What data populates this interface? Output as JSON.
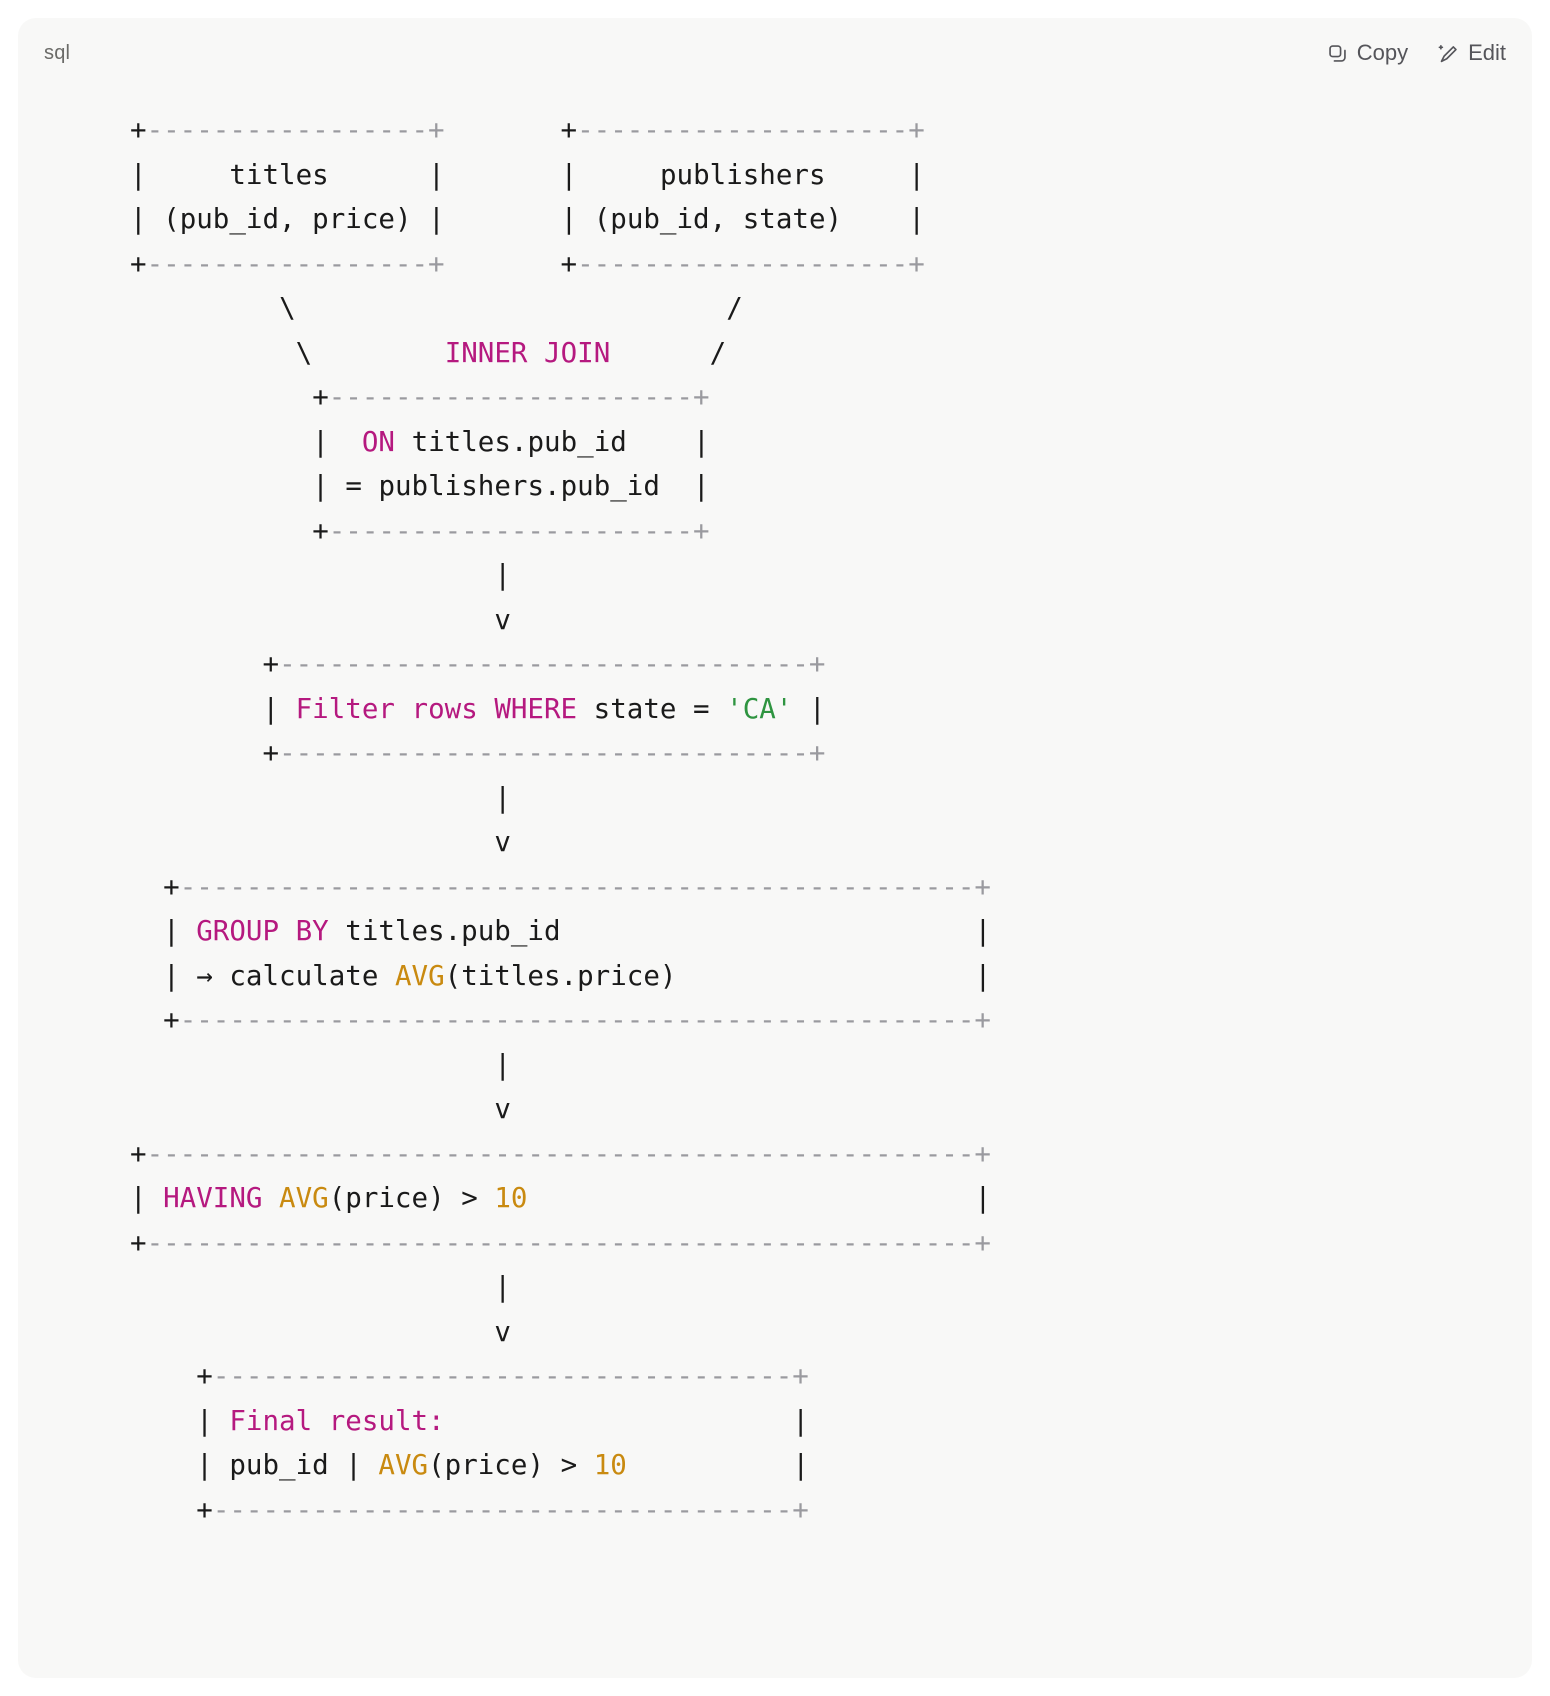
{
  "card": {
    "language_label": "sql",
    "copy_label": "Copy",
    "edit_label": "Edit",
    "copy_icon": "copy-icon",
    "edit_icon": "edit-sparkle-icon"
  },
  "colors": {
    "background": "#ffffff",
    "card_background": "#f8f8f7",
    "keyword": "#b5197f",
    "function": "#c98a10",
    "string": "#2e9440",
    "number": "#c98a10",
    "box_light": "#9a9a9f",
    "text": "#1a1a1a",
    "muted_text": "#6b6b68"
  },
  "diagram": {
    "title": "SQL query execution plan ASCII diagram",
    "tables": [
      {
        "name": "titles",
        "columns": "(pub_id, price)"
      },
      {
        "name": "publishers",
        "columns": "(pub_id, state)"
      }
    ],
    "join": {
      "type": "INNER JOIN",
      "on_left": "ON titles.pub_id",
      "on_right": "= publishers.pub_id"
    },
    "steps": [
      "Filter rows WHERE state = 'CA'",
      "GROUP BY titles.pub_id",
      "→ calculate AVG(titles.price)",
      "HAVING AVG(price) > 10"
    ],
    "final_result": {
      "label": "Final result:",
      "columns": "pub_id | AVG(price) > 10"
    },
    "lines": [
      "+-----------------+       +--------------------+",
      "|     titles      |       |     publishers     |",
      "| (pub_id, price) |       | (pub_id, state)    |",
      "+-----------------+       +--------------------+",
      "         \\                          /",
      "          \\        INNER JOIN      /",
      "           +----------------------+",
      "           |  ON titles.pub_id    |",
      "           | = publishers.pub_id  |",
      "           +----------------------+",
      "                      |",
      "                      v",
      "        +--------------------------------+",
      "        | Filter rows WHERE state = 'CA' |",
      "        +--------------------------------+",
      "                      |",
      "                      v",
      "  +------------------------------------------------+",
      "  | GROUP BY titles.pub_id                         |",
      "  | → calculate AVG(titles.price)                  |",
      "  +------------------------------------------------+",
      "                      |",
      "                      v",
      "+--------------------------------------------------+",
      "| HAVING AVG(price) > 10                           |",
      "+--------------------------------------------------+",
      "                      |",
      "                      v",
      "    +-----------------------------------+",
      "    | Final result:                     |",
      "    | pub_id | AVG(price) > 10          |",
      "    +-----------------------------------+"
    ]
  }
}
